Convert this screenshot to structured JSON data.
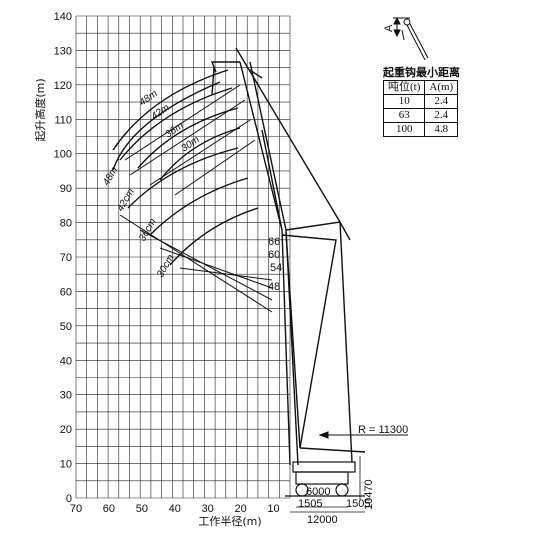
{
  "axes": {
    "ylabel": "起升高度(m)",
    "xlabel": "工作半径(m)",
    "y_ticks": [
      "0",
      "10",
      "20",
      "30",
      "40",
      "50",
      "60",
      "70",
      "80",
      "90",
      "100",
      "110",
      "120",
      "130",
      "140"
    ],
    "x_ticks": [
      "70",
      "60",
      "50",
      "40",
      "30",
      "20",
      "10"
    ]
  },
  "boom_labels": [
    "48m",
    "42m",
    "36m",
    "30m",
    "48m",
    "42cm",
    "36cm",
    "30cm"
  ],
  "angle_labels": [
    "66",
    "60",
    "54",
    "48"
  ],
  "radius_label": "R = 11300",
  "dims": {
    "d6000": "6000",
    "d10470": "10470",
    "d1505a": "1505",
    "d1505b": "1505",
    "d12000": "12000"
  },
  "hook_label": "A",
  "table": {
    "title": "起重钩最小距离",
    "headers": [
      "吨位(t)",
      "A(m)"
    ],
    "rows": [
      [
        "10",
        "2.4"
      ],
      [
        "63",
        "2.4"
      ],
      [
        "100",
        "4.8"
      ]
    ]
  },
  "colors": {
    "line": "#111111",
    "bg": "#ffffff"
  }
}
